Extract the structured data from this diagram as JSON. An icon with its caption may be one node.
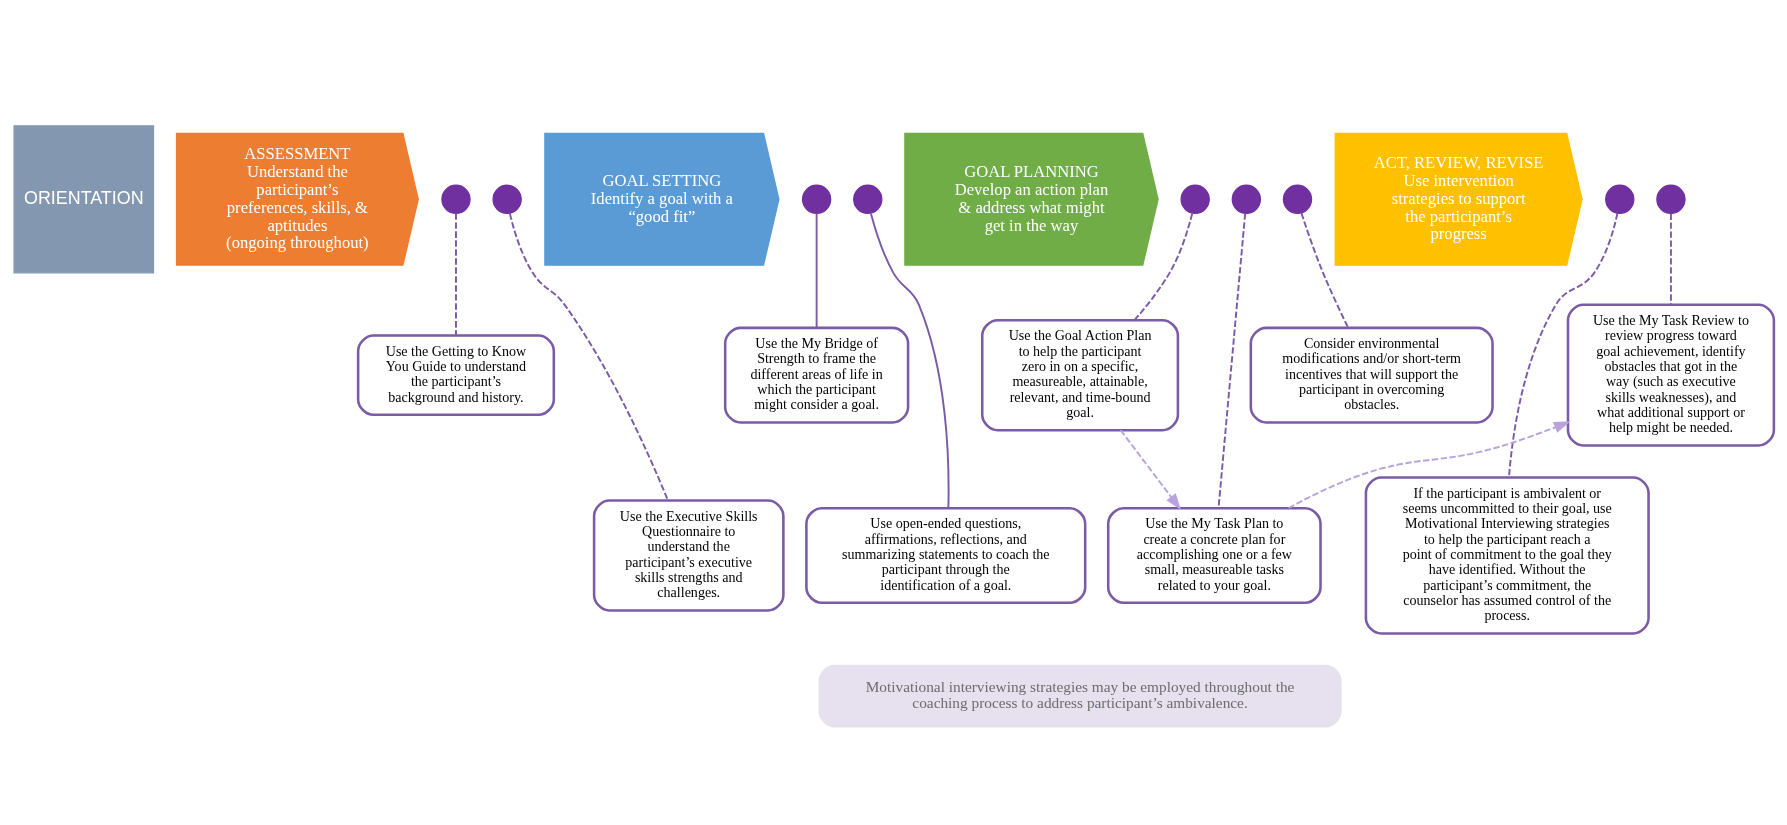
{
  "diagram": {
    "nodes": [
      {
        "text": [
          "ORIENTATION"
        ]
      },
      {
        "text": [
          "ASSESSMENT",
          "Understand the participant’s preferences, skills, & aptitudes",
          "(ongoing throughout)"
        ]
      },
      {
        "text": [
          "GOAL SETTING",
          "Identify a goal with a “good fit”"
        ]
      },
      {
        "text": [
          "GOAL PLANNING",
          "Develop an action plan & address what might get in the way"
        ]
      },
      {
        "text": [
          "ACT, REVIEW, REVISE",
          "Use intervention strategies to support the participant’s progress"
        ]
      },
      {
        "text": [],
        "shape": "circle"
      },
      {
        "text": [],
        "shape": "circle"
      },
      {
        "text": [],
        "shape": "circle"
      },
      {
        "text": [],
        "shape": "circle"
      },
      {
        "text": [],
        "shape": "circle"
      },
      {
        "text": [],
        "shape": "circle"
      },
      {
        "text": [],
        "shape": "circle"
      },
      {
        "text": [],
        "shape": "circle"
      },
      {
        "text": [],
        "shape": "circle"
      },
      {
        "text": [
          "Use the Getting to Know You Guide to understand the participant’s background and history."
        ]
      },
      {
        "text": [
          "Use the Executive Skills Questionnaire to understand the participant’s executive skills strengths and challenges."
        ]
      },
      {
        "text": [
          "Use the My Bridge of Strength to frame the different areas of life in which the participant might consider a goal."
        ]
      },
      {
        "text": [
          "Use open-ended questions, affirmations, reflections, and summarizing statements to coach the participant through the identification of a goal."
        ]
      },
      {
        "text": [
          "Use the Goal Action Plan to help the participant zero in on a specific, measureable, attainable, relevant, and time-bound goal."
        ]
      },
      {
        "text": [
          "Use the My Task Plan to create a concrete plan for accomplishing one or a few small, measureable tasks related to your goal."
        ]
      },
      {
        "text": [
          "Consider environmental modifications and/or short-term incentives that will support the participant in overcoming obstacles."
        ]
      },
      {
        "text": [
          "Use the My Task Review to review progress toward goal achievement, identify obstacles that got in the way (such as executive skills weaknesses), and what additional support or help might be needed."
        ]
      },
      {
        "text": [
          "If the participant is ambivalent or seems uncommitted to their goal, use Motivational Interviewing strategies to help the participant reach a point of commitment to the goal they have identified. Without the participant’s commitment, the counselor has assumed control of the process."
        ]
      },
      {
        "text": [
          "Motivational interviewing strategies may be employed throughout the coaching process to address participant’s ambivalence."
        ]
      }
    ],
    "edges": [
      {
        "from": 5,
        "to": 14,
        "arrow": "none",
        "style": "dashed"
      },
      {
        "from": 6,
        "to": 15,
        "arrow": "none",
        "style": "dashed"
      },
      {
        "from": 7,
        "to": 16,
        "arrow": "none"
      },
      {
        "from": 8,
        "to": 17,
        "arrow": "none"
      },
      {
        "from": 9,
        "to": 18,
        "arrow": "none",
        "style": "dashed"
      },
      {
        "from": 10,
        "to": 19,
        "arrow": "none",
        "style": "dashed"
      },
      {
        "from": 11,
        "to": 20,
        "arrow": "none",
        "style": "dashed"
      },
      {
        "from": 12,
        "to": 22,
        "arrow": "none",
        "style": "dashed"
      },
      {
        "from": 13,
        "to": 21,
        "arrow": "none",
        "style": "dashed"
      },
      {
        "from": 18,
        "to": 19,
        "arrow": "to",
        "style": "dashed",
        "color": "#b9a3dc"
      },
      {
        "from": 19,
        "to": 21,
        "arrow": "to",
        "style": "dashed",
        "color": "#b9a3dc"
      }
    ]
  }
}
